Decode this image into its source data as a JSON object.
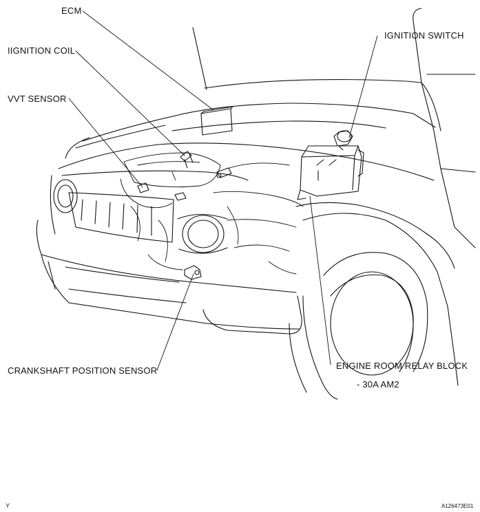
{
  "labels": {
    "ecm": "ECM",
    "ignition_coil": "IIGNITION COIL",
    "vvt_sensor": "VVT SENSOR",
    "ignition_switch": "IGNITION SWITCH",
    "crankshaft_sensor": "CRANKSHAFT POSITION SENSOR",
    "relay_block": "ENGINE ROOM RELAY BLOCK",
    "relay_sub": "- 30A AM2"
  },
  "footer": {
    "left_mark": "Y",
    "figure_id": "A126473E01"
  },
  "colors": {
    "ink": "#111111",
    "background": "#ffffff",
    "hidden_line": "#555555"
  }
}
